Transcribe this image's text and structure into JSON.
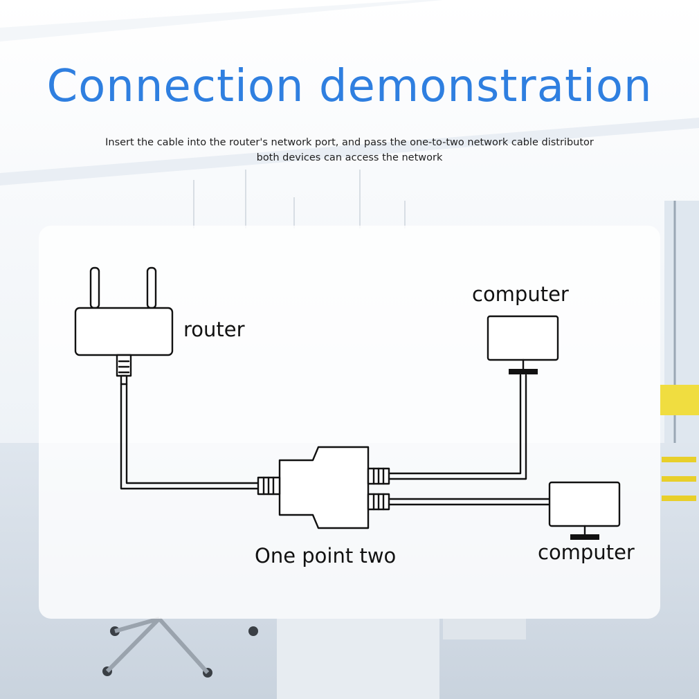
{
  "title": "Connection demonstration",
  "subtitle": {
    "line1": "Insert the cable into the router's network port, and pass the one-to-two network cable distributor",
    "line2": "both devices can access the network"
  },
  "diagram": {
    "router_label": "router",
    "computer_top_label": "computer",
    "splitter_label": "One point two",
    "computer_bottom_label": "computer"
  }
}
